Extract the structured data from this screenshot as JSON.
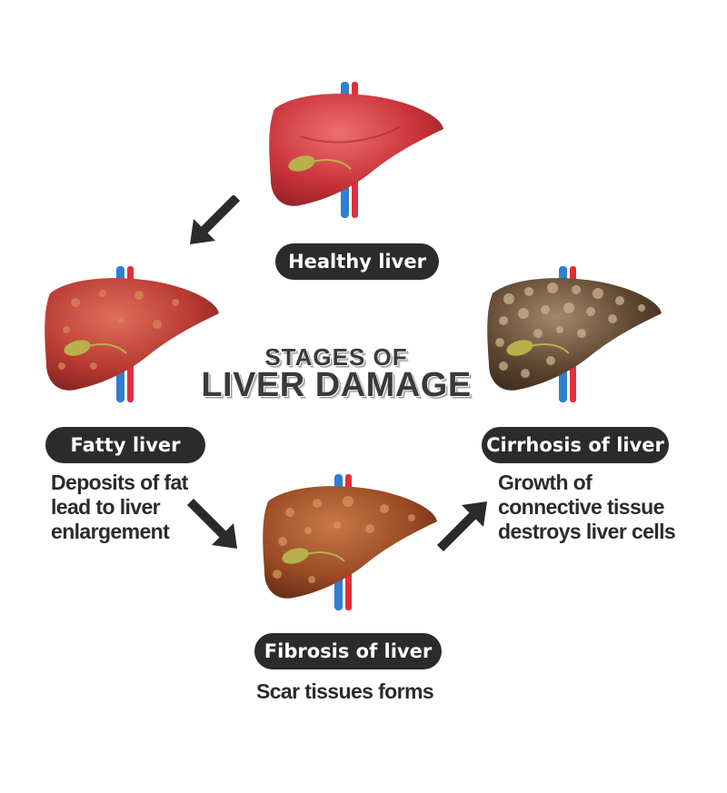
{
  "title": {
    "line1": "STAGES OF",
    "line2": "LIVER DAMAGE"
  },
  "stages": {
    "healthy": {
      "label": "Healthy liver"
    },
    "fatty": {
      "label": "Fatty liver",
      "description": [
        "Deposits of fat",
        "lead to liver",
        "enlargement"
      ]
    },
    "fibrosis": {
      "label": "Fibrosis of liver",
      "description": [
        "Scar tissues forms"
      ]
    },
    "cirrhosis": {
      "label": "Cirrhosis of liver",
      "description": [
        "Growth of",
        "connective tissue",
        "destroys liver cells"
      ]
    }
  },
  "colors": {
    "healthy": "#c9333a",
    "fatty": "#b83a32",
    "fibrosis": "#9a4a24",
    "cirrhosis": "#5e4630",
    "pill": "#2b2b2b",
    "text": "#2b2b2b",
    "vein": "#2f7fd0",
    "artery": "#e0303a",
    "gallbladder": "#b9b04c"
  },
  "icons": [
    "liver-illustration",
    "arrow-icon"
  ]
}
